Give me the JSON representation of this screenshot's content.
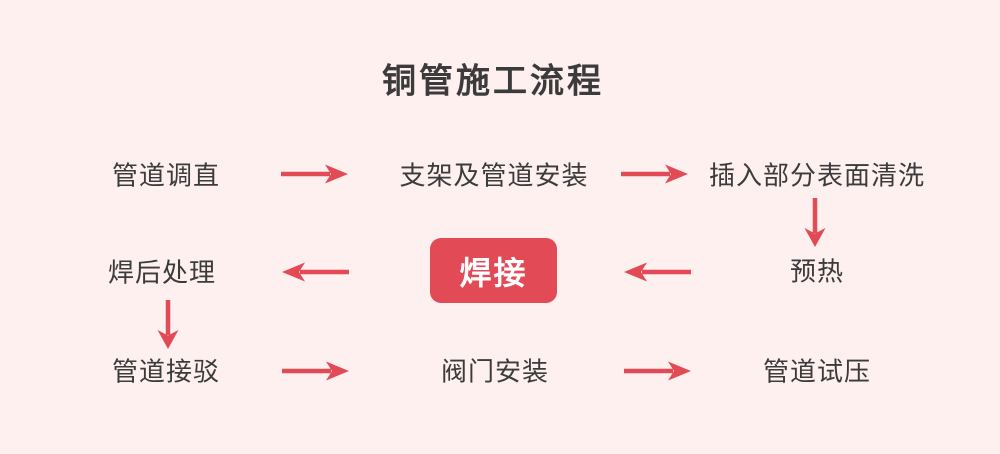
{
  "title": "铜管施工流程",
  "nodes": {
    "pipe_straightening": "管道调直",
    "bracket_pipe_install": "支架及管道安装",
    "insert_surface_cleaning": "插入部分表面清洗",
    "preheat": "预热",
    "welding": "焊接",
    "post_weld_treatment": "焊后处理",
    "pipe_connection": "管道接驳",
    "valve_install": "阀门安装",
    "pipe_pressure_test": "管道试压"
  },
  "flow_sequence": [
    "管道调直",
    "支架及管道安装",
    "插入部分表面清洗",
    "预热",
    "焊接",
    "焊后处理",
    "管道接驳",
    "阀门安装",
    "管道试压"
  ],
  "colors": {
    "background": "#fdf0ee",
    "accent_red": "#e24a56",
    "text_color": "#3b3b3b",
    "box_bg": "#e24a56",
    "box_text": "#ffffff"
  }
}
